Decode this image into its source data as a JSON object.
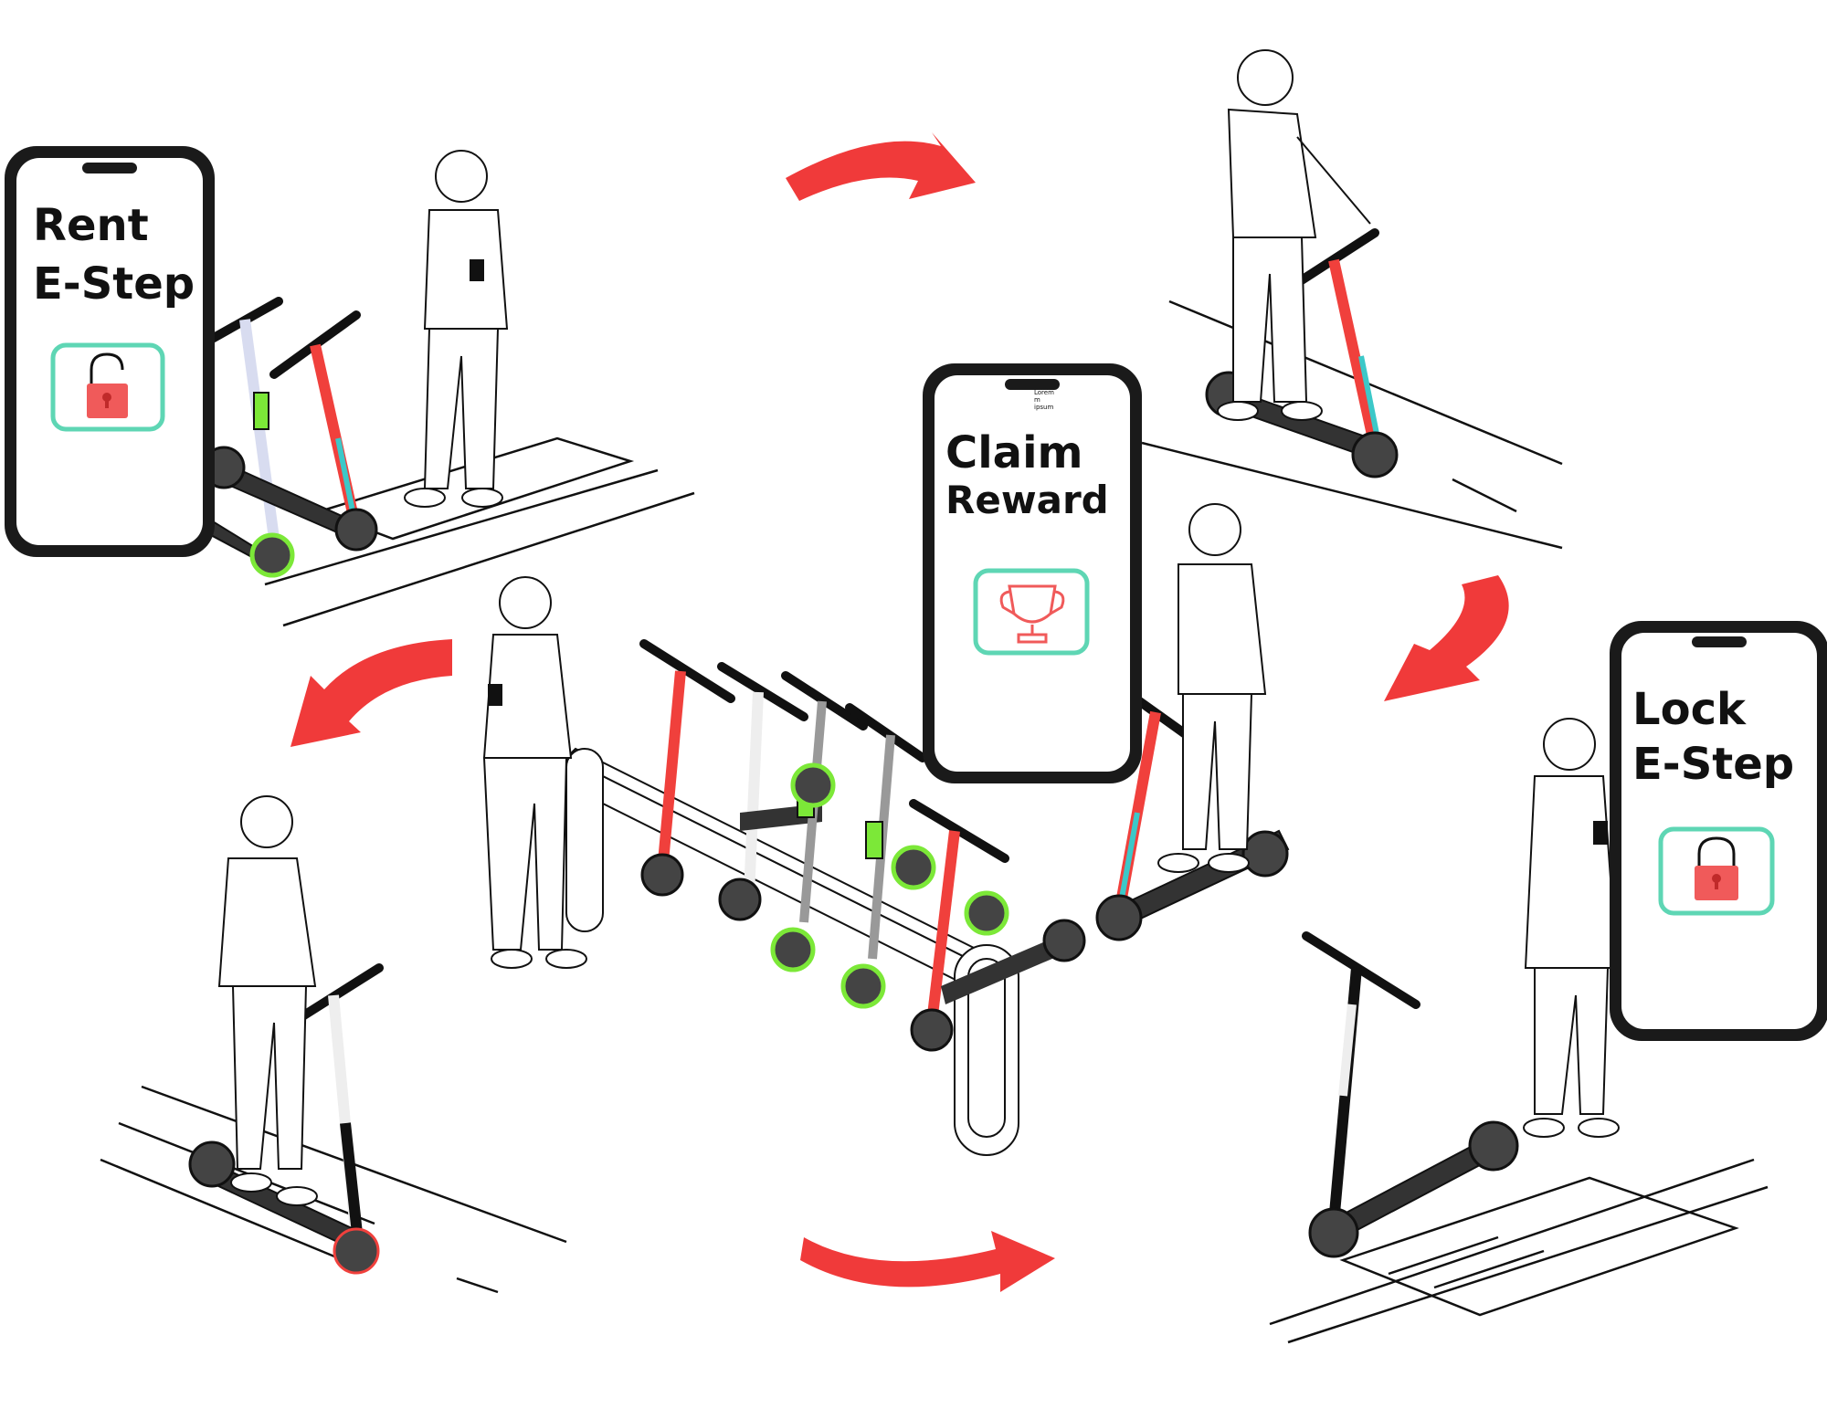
{
  "steps": {
    "rent": {
      "line1": "Rent",
      "line2": "E-Step",
      "icon": "unlocked-padlock-icon"
    },
    "claim": {
      "line1": "Claim",
      "line2": "Reward",
      "icon": "trophy-icon",
      "notch_text": [
        "Lorem",
        "m",
        "ipsum"
      ]
    },
    "lock": {
      "line1": "Lock",
      "line2": "E-Step",
      "icon": "locked-padlock-icon"
    }
  },
  "colors": {
    "arrow": "#f03a3a",
    "icon_border": "#5ed6b4",
    "icon_red": "#f05a5a",
    "scooter_red": "#f0403c",
    "scooter_teal": "#3cc8c8",
    "scooter_green": "#7ce838",
    "phone_frame": "#1a1a1a"
  }
}
